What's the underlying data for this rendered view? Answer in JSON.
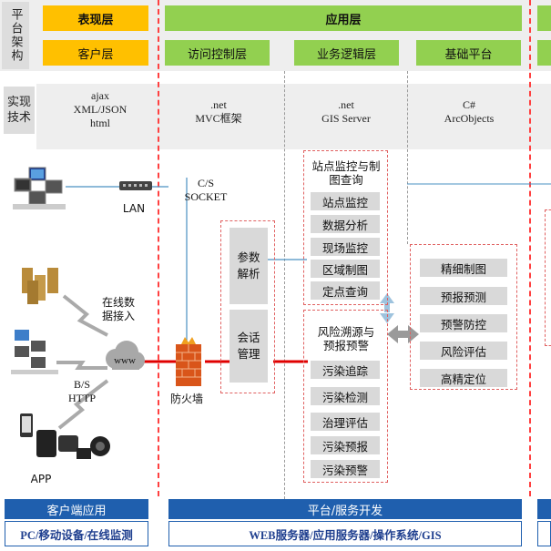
{
  "left_labels": {
    "platform_architecture": "平台架构",
    "implementation_tech": "实现技术"
  },
  "headers": {
    "presentation_layer": "表现层",
    "application_layer": "应用层",
    "client_layer": "客户层",
    "access_control_layer": "访问控制层",
    "business_logic_layer": "业务逻辑层",
    "base_platform": "基础平台"
  },
  "tech": {
    "client": [
      "ajax",
      "XML/JSON",
      "html"
    ],
    "access": [
      ".net",
      "MVC框架"
    ],
    "business": [
      ".net",
      "GIS Server"
    ],
    "base": [
      "C#",
      "ArcObjects"
    ]
  },
  "network": {
    "lan": "LAN",
    "cs_socket": [
      "C/S",
      "SOCKET"
    ],
    "online_access": [
      "在线数",
      "据接入"
    ],
    "www": "www",
    "bs_http": [
      "B/S",
      "HTTP"
    ],
    "app": "APP",
    "firewall": "防火墙"
  },
  "access_control": {
    "param_parsing": [
      "参数",
      "解析"
    ],
    "session_mgmt": [
      "会话",
      "管理"
    ]
  },
  "site_monitoring": {
    "title": [
      "站点监控与制",
      "图查询"
    ],
    "items": [
      "站点监控",
      "数据分析",
      "现场监控",
      "区域制图",
      "定点查询"
    ]
  },
  "risk_tracing": {
    "title": [
      "风险溯源与",
      "预报预警"
    ],
    "items": [
      "污染追踪",
      "污染检测",
      "治理评估",
      "污染预报",
      "污染预警"
    ]
  },
  "base_platform_items": [
    "精细制图",
    "预报预测",
    "预警防控",
    "风险评估",
    "高精定位"
  ],
  "footer": {
    "client_app": "客户端应用",
    "client_sub": "PC/移动设备/在线监测",
    "platform_dev": "平台/服务开发",
    "platform_sub": "WEB服务器/应用服务器/操作系统/GIS"
  },
  "colors": {
    "yellow": "#ffc000",
    "green": "#92d050",
    "gray": "#d9d9d9",
    "blue": "#1f5fae",
    "red": "#e00000"
  }
}
